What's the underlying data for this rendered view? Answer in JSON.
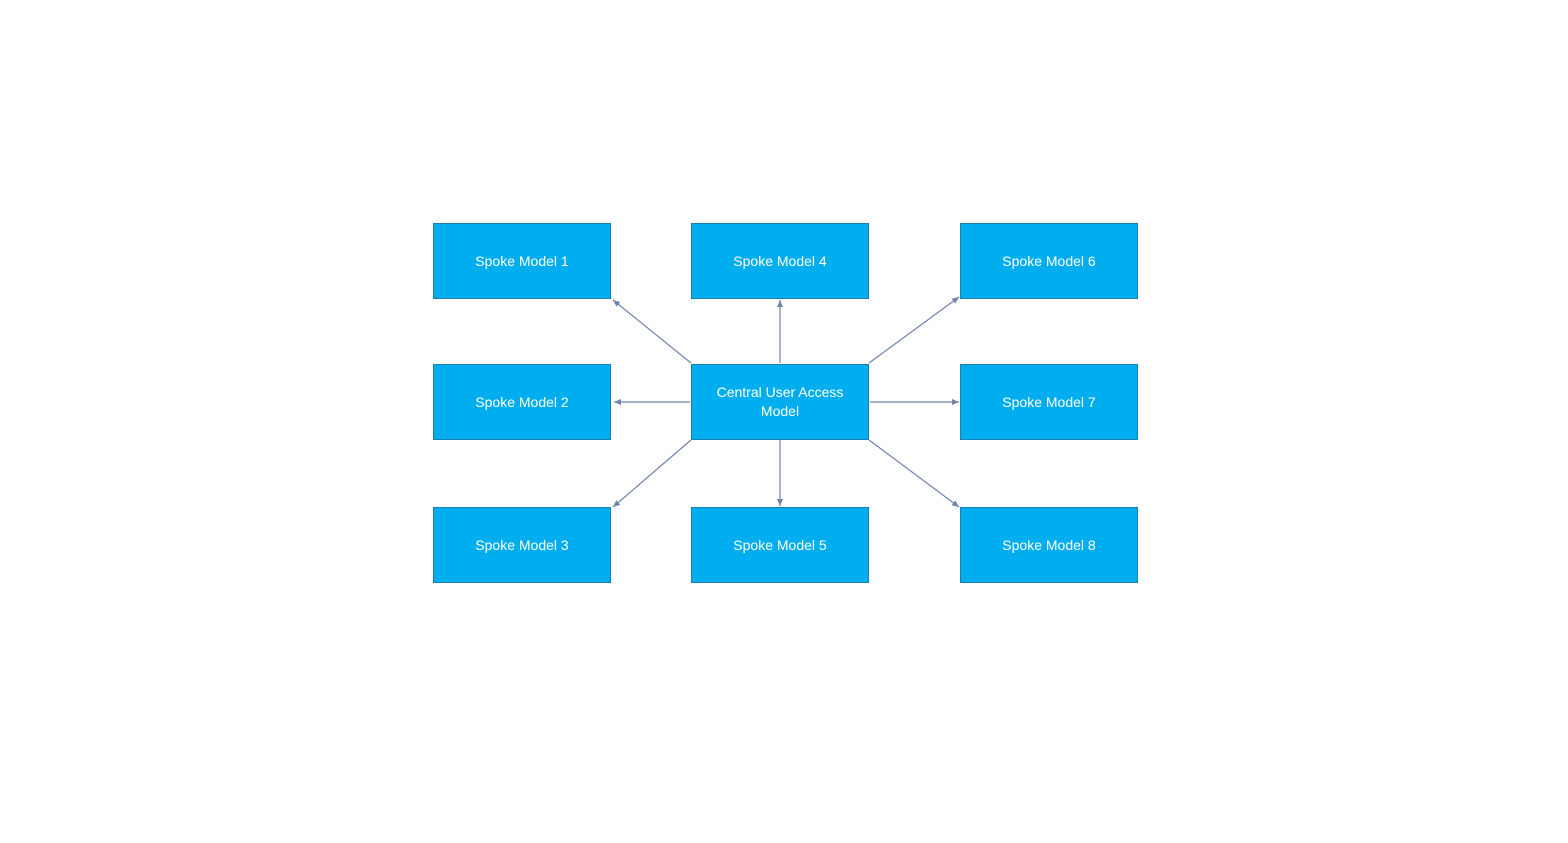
{
  "diagram": {
    "type": "hub-and-spoke",
    "colors": {
      "node_fill": "#00adef",
      "node_border": "#1a7fb5",
      "node_text": "#ffffff",
      "connector": "#6f83ad"
    },
    "nodes": [
      {
        "id": "spoke-model-1",
        "label": "Spoke Model 1"
      },
      {
        "id": "spoke-model-2",
        "label": "Spoke Model 2"
      },
      {
        "id": "spoke-model-3",
        "label": "Spoke Model 3"
      },
      {
        "id": "spoke-model-4",
        "label": "Spoke Model 4"
      },
      {
        "id": "spoke-model-5",
        "label": "Spoke Model 5"
      },
      {
        "id": "spoke-model-6",
        "label": "Spoke Model 6"
      },
      {
        "id": "spoke-model-7",
        "label": "Spoke Model 7"
      },
      {
        "id": "spoke-model-8",
        "label": "Spoke Model 8"
      },
      {
        "id": "central-user-access-model",
        "label": "Central User Access Model"
      }
    ],
    "edges": [
      {
        "from": "central-user-access-model",
        "to": "spoke-model-1"
      },
      {
        "from": "central-user-access-model",
        "to": "spoke-model-2"
      },
      {
        "from": "central-user-access-model",
        "to": "spoke-model-3"
      },
      {
        "from": "central-user-access-model",
        "to": "spoke-model-4"
      },
      {
        "from": "central-user-access-model",
        "to": "spoke-model-5"
      },
      {
        "from": "central-user-access-model",
        "to": "spoke-model-6"
      },
      {
        "from": "central-user-access-model",
        "to": "spoke-model-7"
      },
      {
        "from": "central-user-access-model",
        "to": "spoke-model-8"
      }
    ]
  }
}
